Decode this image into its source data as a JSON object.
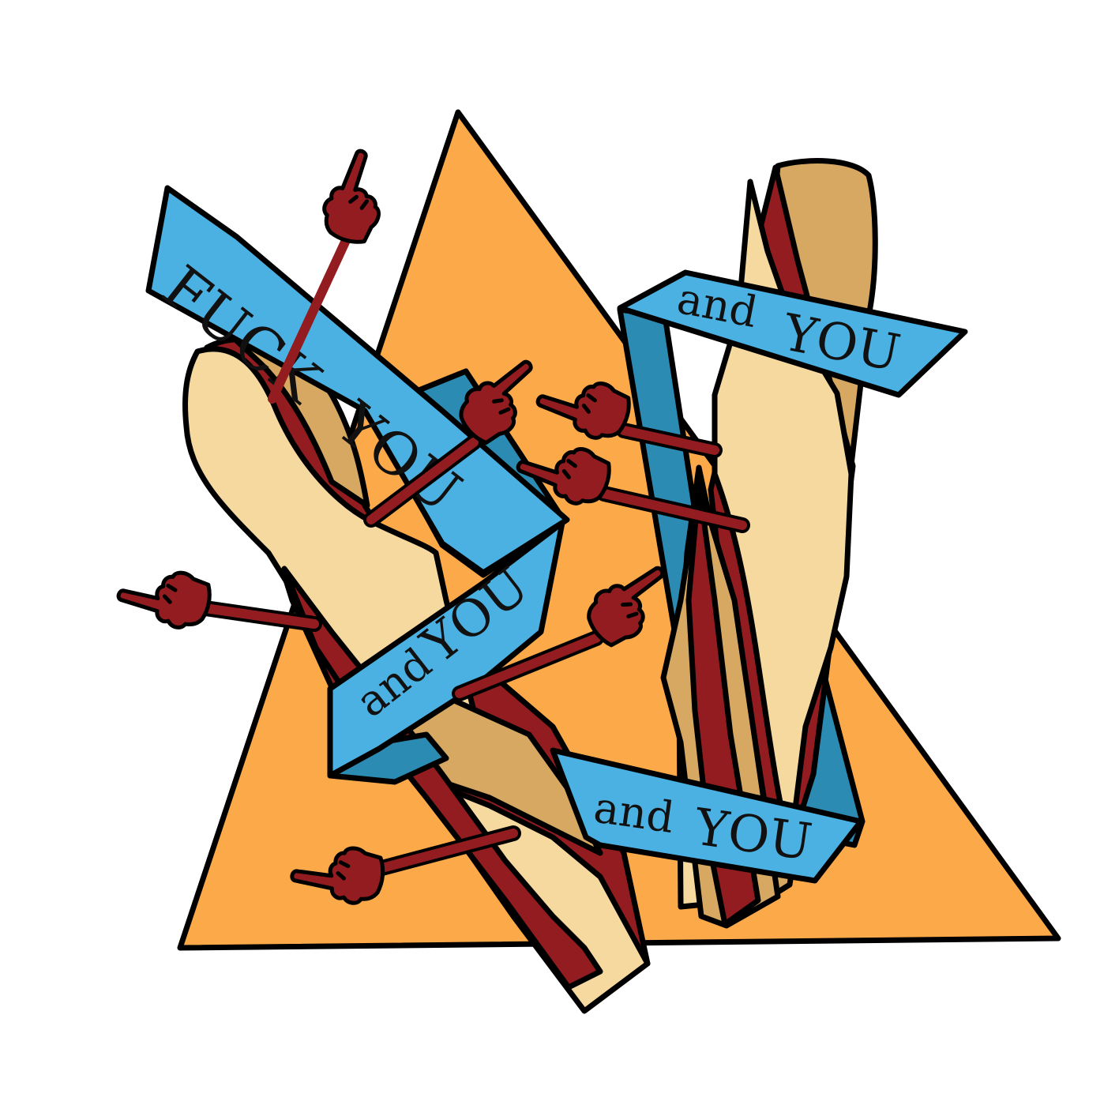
{
  "colors": {
    "background": "#ffffff",
    "triangle": "#fca94a",
    "banner_light": "#4ab1e2",
    "banner_dark": "#2b8bb2",
    "cream": "#f6d99f",
    "tan": "#d6a861",
    "maroon": "#921c1f",
    "outline": "#000000"
  },
  "banners": {
    "main_fuck": "FUCK",
    "main_you": "YOU",
    "middle_and": "and",
    "middle_you": "YOU",
    "top_right_and": "and",
    "top_right_you": "YOU",
    "bottom_right_and": "and",
    "bottom_right_you": "YOU"
  },
  "icons": [
    "middle-finger-hand-icon"
  ]
}
